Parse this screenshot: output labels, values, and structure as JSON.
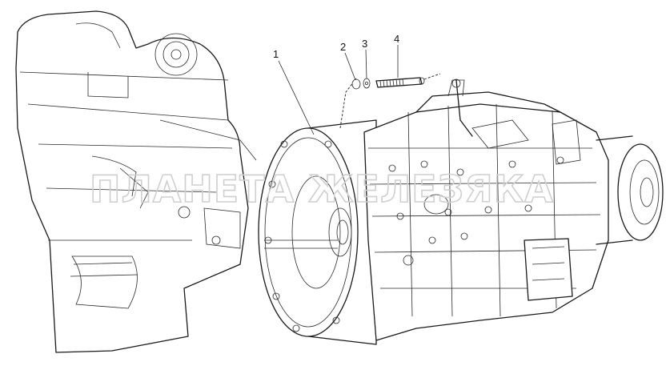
{
  "callouts": [
    {
      "id": "1",
      "label": "1"
    },
    {
      "id": "2",
      "label": "2"
    },
    {
      "id": "3",
      "label": "3"
    },
    {
      "id": "4",
      "label": "4"
    }
  ],
  "watermark": "ПЛАНЕТА ЖЕЛЕЗЯКА",
  "colors": {
    "line": "#1a1a1a",
    "background": "#ffffff",
    "watermark": "#cfcfcf"
  }
}
